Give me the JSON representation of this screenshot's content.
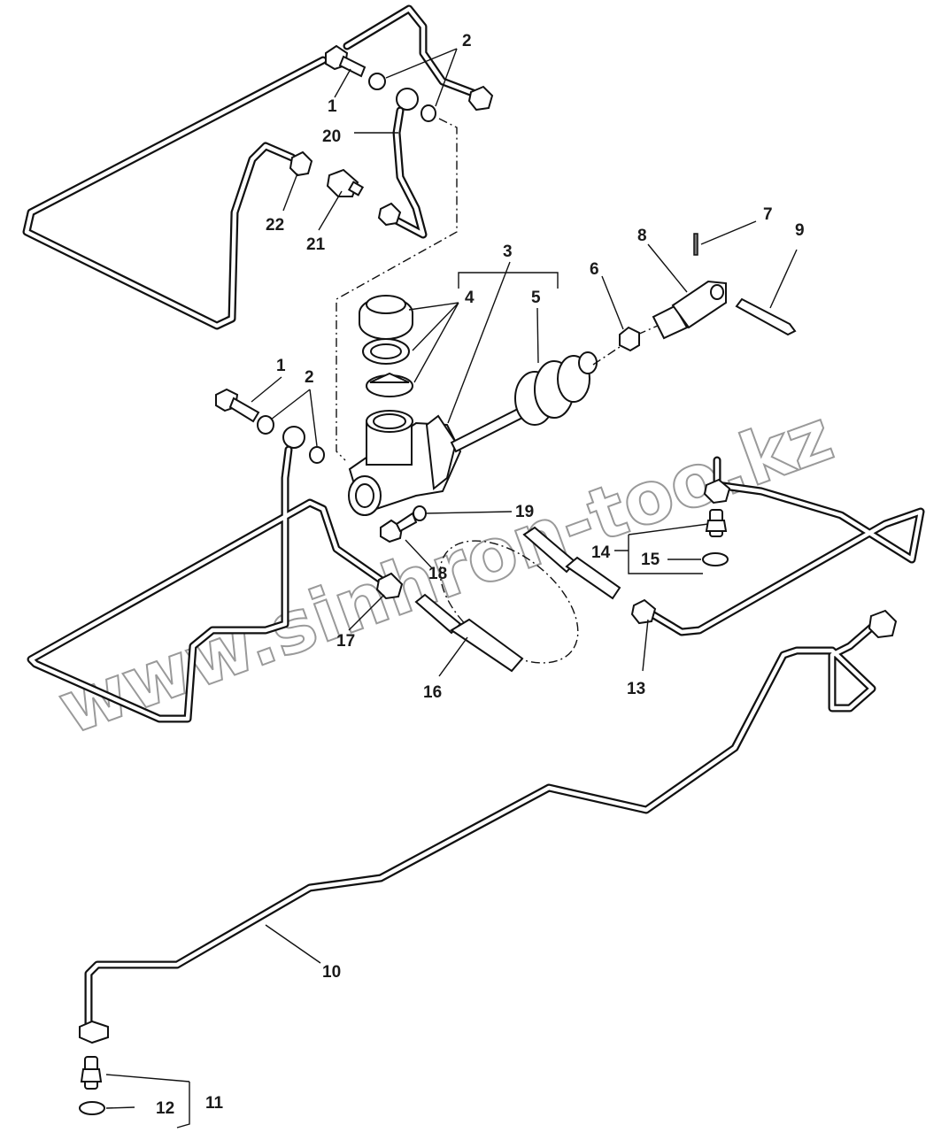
{
  "watermark": "www.sinhron-too.kz",
  "callouts": [
    "1",
    "2",
    "2",
    "1",
    "3",
    "4",
    "5",
    "6",
    "7",
    "8",
    "9",
    "10",
    "11",
    "12",
    "13",
    "14",
    "15",
    "16",
    "17",
    "18",
    "19",
    "20",
    "21",
    "22"
  ]
}
